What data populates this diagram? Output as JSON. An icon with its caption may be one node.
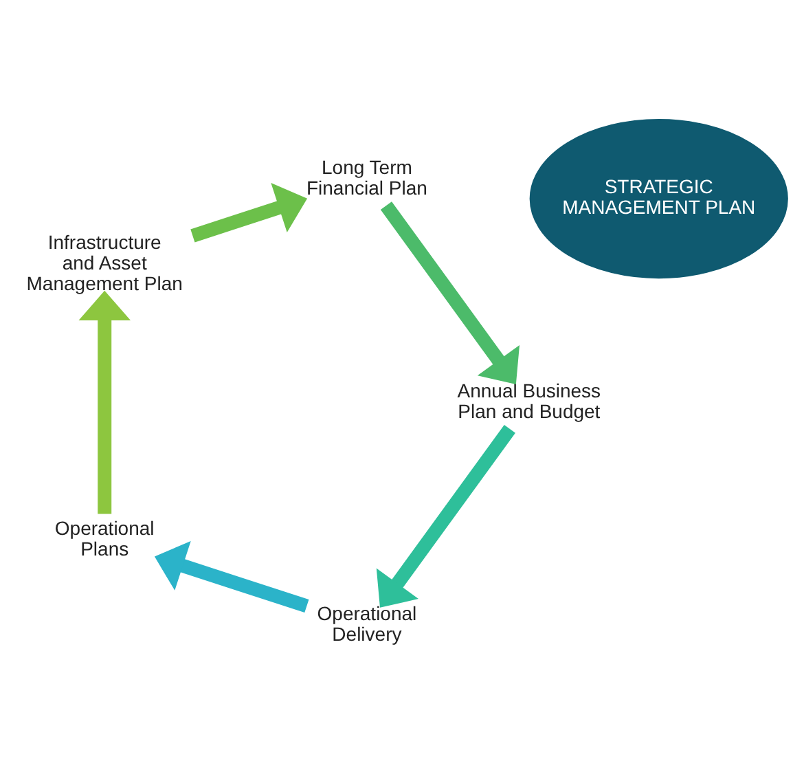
{
  "diagram": {
    "nodes": [
      {
        "text": [
          "STRATEGIC MANAGEMENT PLAN"
        ]
      },
      {
        "text": [
          "Operational Delivery"
        ]
      },
      {
        "text": [
          "Operational Plans"
        ]
      },
      {
        "text": [
          "Infrastructure and Asset Management Plan"
        ]
      },
      {
        "text": [
          "Long Term Financial Plan"
        ]
      },
      {
        "text": [
          "Annual Business Plan and Budget"
        ]
      }
    ],
    "edges": [
      {
        "from": 1,
        "to": 2,
        "arrow": "to",
        "color": "#2bb3c9"
      },
      {
        "from": 2,
        "to": 3,
        "arrow": "to",
        "color": "#8dc63f"
      },
      {
        "from": 3,
        "to": 4,
        "arrow": "to",
        "color": "#6cc04a"
      },
      {
        "from": 4,
        "to": 5,
        "arrow": "to",
        "color": "#4cbb6a"
      },
      {
        "from": 5,
        "to": 1,
        "arrow": "to",
        "color": "#2ebf9a"
      }
    ]
  }
}
